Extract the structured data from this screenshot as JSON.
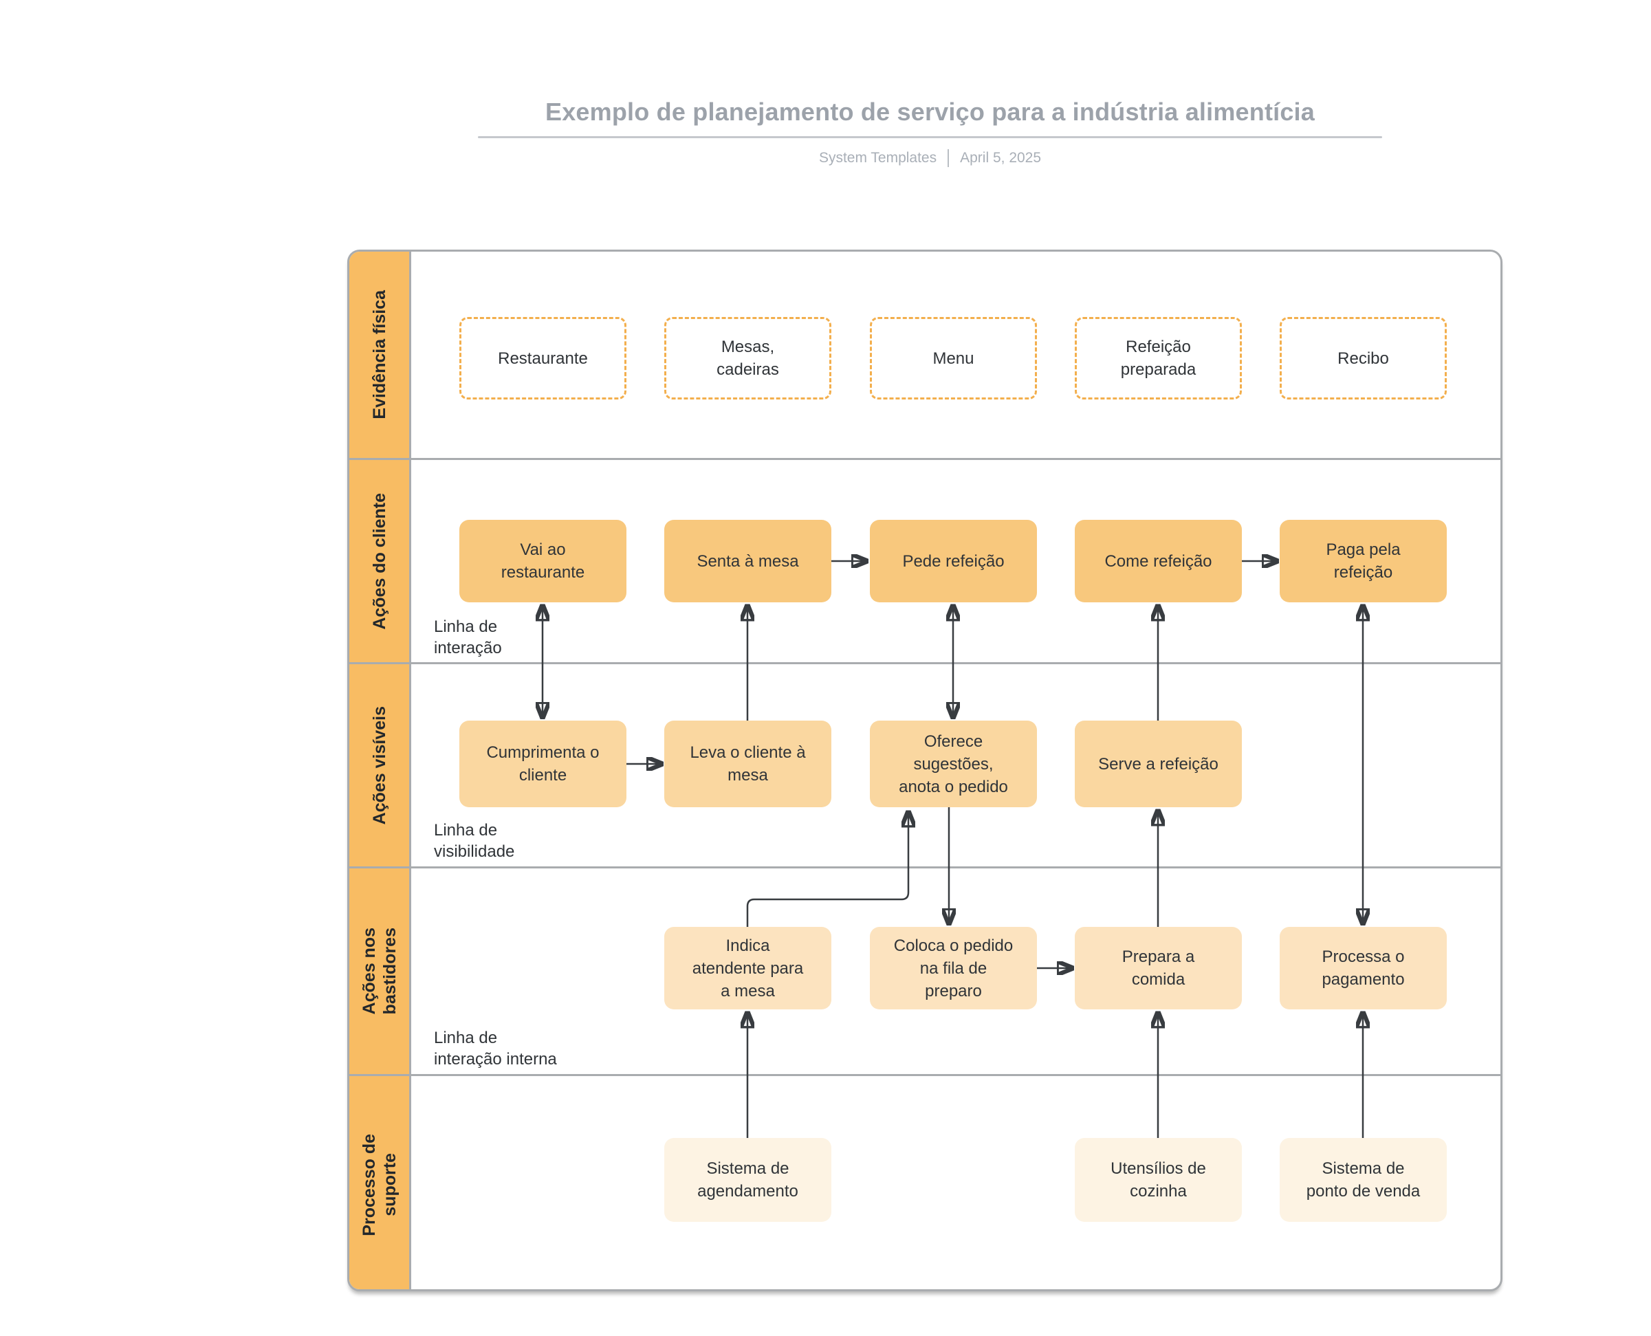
{
  "header": {
    "title": "Exemplo de planejamento de serviço para a indústria alimentícia",
    "source": "System Templates",
    "date": "April 5, 2025"
  },
  "lanes": [
    {
      "label": "Evidência física",
      "boxes": [
        {
          "label": "Restaurante"
        },
        {
          "label": "Mesas,\ncadeiras"
        },
        {
          "label": "Menu"
        },
        {
          "label": "Refeição\npreparada"
        },
        {
          "label": "Recibo"
        }
      ]
    },
    {
      "label": "Ações do cliente",
      "divider": "Linha de\ninteração",
      "boxes": [
        {
          "label": "Vai ao\nrestaurante"
        },
        {
          "label": "Senta à mesa"
        },
        {
          "label": "Pede refeição"
        },
        {
          "label": "Come refeição"
        },
        {
          "label": "Paga pela\nrefeição"
        }
      ]
    },
    {
      "label": "Ações visíveis",
      "divider": "Linha de\nvisibilidade",
      "boxes": [
        {
          "label": "Cumprimenta o\ncliente"
        },
        {
          "label": "Leva o cliente à\nmesa"
        },
        {
          "label": "Oferece\nsugestões,\nanota o pedido"
        },
        {
          "label": "Serve a refeição"
        }
      ]
    },
    {
      "label": "Ações nos\nbastidores",
      "divider": "Linha de\ninteração interna",
      "boxes": [
        {
          "label": "Indica\natendente para\na mesa"
        },
        {
          "label": "Coloca o pedido\nna fila de\npreparo"
        },
        {
          "label": "Prepara a\ncomida"
        },
        {
          "label": "Processa o\npagamento"
        }
      ]
    },
    {
      "label": "Processo de\nsuporte",
      "boxes": [
        {
          "label": "Sistema de\nagendamento"
        },
        {
          "label": "Utensílios de\ncozinha"
        },
        {
          "label": "Sistema de\nponto de venda"
        }
      ]
    }
  ],
  "colors": {
    "lane_header": "#F8BC63",
    "client_box": "#F8C87D",
    "visible_box": "#FAD7A0",
    "backstage_box": "#FCE3BF",
    "support_box": "#FDF3E3",
    "dashed_border": "#F3AF4D",
    "grid_line": "#A9ACAF",
    "arrow": "#383C40",
    "title_text": "#9CA2AA",
    "subtitle_text": "#A9AFB7",
    "box_text": "#303438",
    "lane_text": "#23272B",
    "rule": "#C5C8CD"
  }
}
